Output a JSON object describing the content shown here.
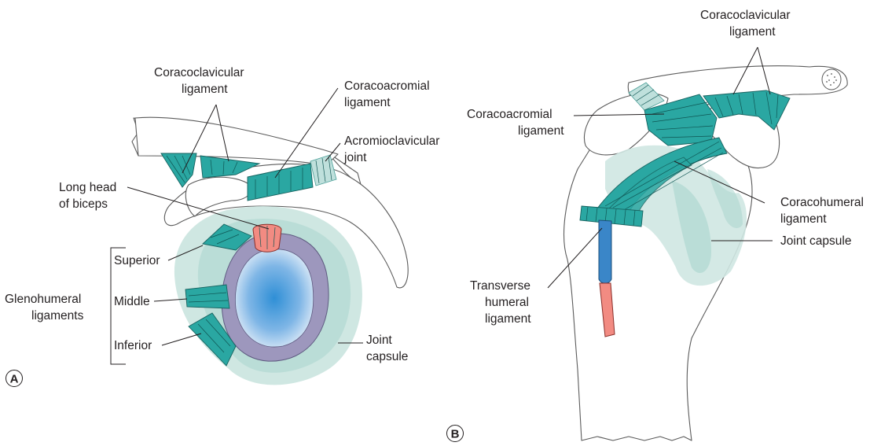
{
  "panel_a": {
    "letter": "A",
    "labels": {
      "coracoclavicular": [
        "Coracoclavicular",
        "ligament"
      ],
      "coracoacromial": [
        "Coracoacromial",
        "ligament"
      ],
      "acromioclavicular": [
        "Acromioclavicular",
        "joint"
      ],
      "long_head_biceps": [
        "Long head",
        "of biceps"
      ],
      "superior": "Superior",
      "middle": "Middle",
      "inferior": "Inferior",
      "glenohumeral": [
        "Glenohumeral",
        "ligaments"
      ],
      "joint_capsule": [
        "Joint",
        "capsule"
      ]
    }
  },
  "panel_b": {
    "letter": "B",
    "labels": {
      "coracoclavicular": [
        "Coracoclavicular",
        "ligament"
      ],
      "coracoacromial": [
        "Coracoacromial",
        "ligament"
      ],
      "coracohumeral": [
        "Coracohumeral",
        "ligament"
      ],
      "joint_capsule": "Joint capsule",
      "transverse_humeral": [
        "Transverse",
        "humeral",
        "ligament"
      ]
    }
  },
  "colors": {
    "ligament": "#2aa7a2",
    "capsule": "#cfe7e2",
    "labrum": "#9d97bd",
    "glenoid_center": "#2f8fd6",
    "biceps_tendon": "#f28b82",
    "tendon_sheath": "#3a86c8"
  }
}
